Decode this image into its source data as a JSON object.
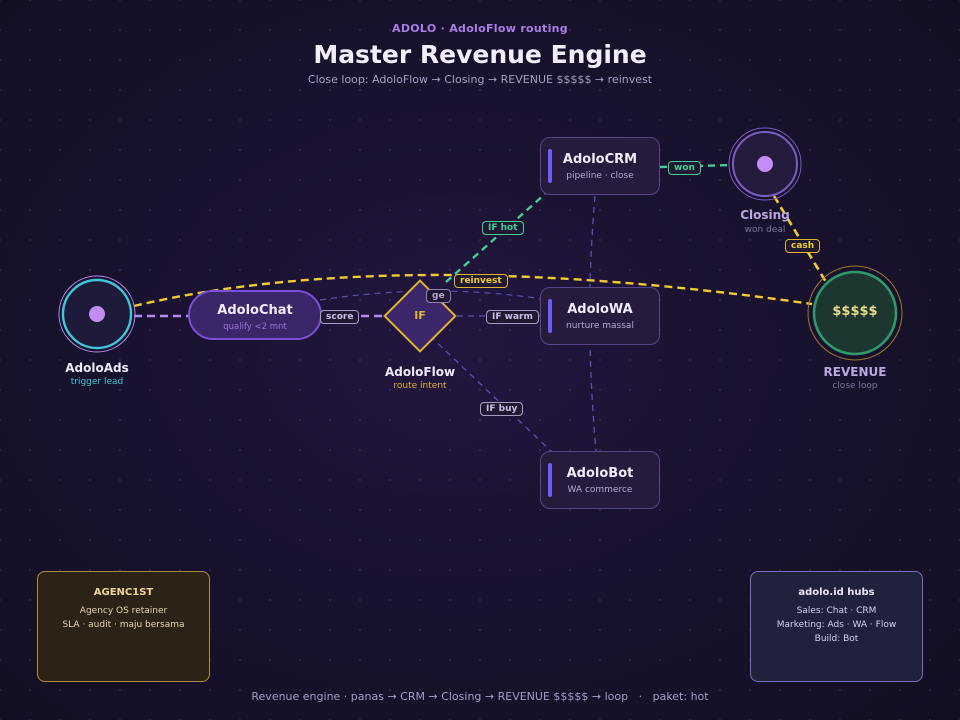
{
  "header": {
    "kicker": "ADOLO · AdoloFlow routing",
    "title": "Master Revenue Engine",
    "subtitle": "Close loop: AdoloFlow → Closing → REVENUE $$$$$ → reinvest"
  },
  "nodes": {
    "ads": {
      "name": "AdoloAds",
      "sub": "trigger lead"
    },
    "chat": {
      "name": "AdoloChat",
      "sub": "qualify <2 mnt"
    },
    "flow": {
      "name": "AdoloFlow",
      "sub": "route intent",
      "glyph": "IF"
    },
    "crm": {
      "name": "AdoloCRM",
      "sub": "pipeline · close"
    },
    "wa": {
      "name": "AdoloWA",
      "sub": "nurture massal"
    },
    "bot": {
      "name": "AdoloBot",
      "sub": "WA commerce"
    },
    "closing": {
      "name": "Closing",
      "sub": "won deal"
    },
    "revenue": {
      "name": "REVENUE",
      "sub": "close loop",
      "glyph": "$$$$$"
    }
  },
  "edge_labels": {
    "score": "score",
    "if_hot": "IF hot",
    "if_warm": "IF warm",
    "if_buy": "IF buy",
    "won": "won",
    "cash": "cash",
    "reinvest": "reinvest",
    "partial": "ge"
  },
  "boxes": {
    "agency": {
      "title": "AGENC1ST",
      "line1": "Agency OS retainer",
      "line2": "SLA · audit · maju bersama"
    },
    "hubs": {
      "title": "adolo.id hubs",
      "line1": "Sales: Chat · CRM",
      "line2": "Marketing: Ads · WA · Flow",
      "line3": "Build: Bot"
    }
  },
  "footer": "Revenue engine · panas → CRM → Closing → REVENUE $$$$$ → loop   ·   paket: hot",
  "colors": {
    "accent_purple": "#a97ee8",
    "flow_gold": "#e0b431",
    "hot_green": "#3fcf97",
    "ads_cyan": "#3ec8d8",
    "revenue_green": "#2e9a6a",
    "link_blue": "#5a50b0"
  }
}
